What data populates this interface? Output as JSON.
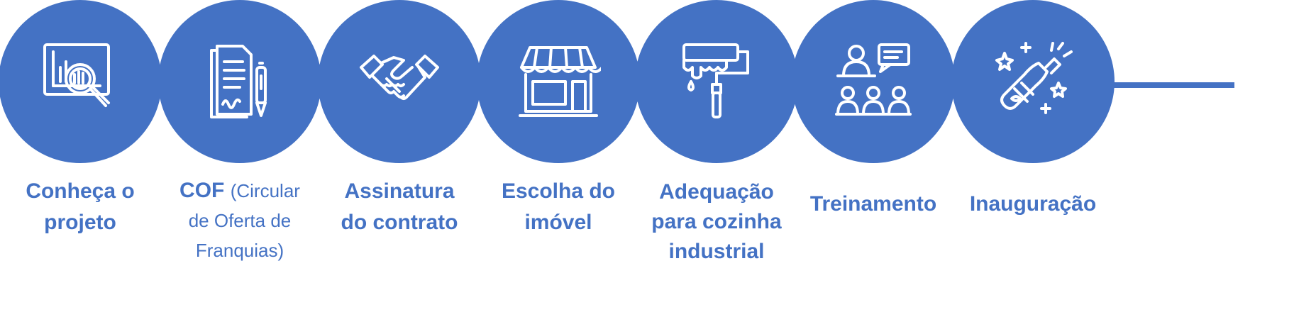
{
  "colors": {
    "accent": "#4472c4",
    "background": "#ffffff"
  },
  "steps": [
    {
      "icon": "project-search-icon",
      "lines": [
        "Conheça o",
        "projeto"
      ]
    },
    {
      "icon": "document-pen-icon",
      "title": "COF",
      "subtitle_lines": [
        "(Circular",
        "de Oferta de",
        "Franquias)"
      ]
    },
    {
      "icon": "handshake-icon",
      "lines": [
        "Assinatura",
        "do contrato"
      ]
    },
    {
      "icon": "storefront-icon",
      "lines": [
        "Escolha do",
        "imóvel"
      ]
    },
    {
      "icon": "paint-roller-icon",
      "lines": [
        "Adequação",
        "para cozinha",
        "industrial"
      ]
    },
    {
      "icon": "training-presentation-icon",
      "lines": [
        "Treinamento"
      ]
    },
    {
      "icon": "champagne-celebration-icon",
      "lines": [
        "Inauguração"
      ]
    }
  ]
}
